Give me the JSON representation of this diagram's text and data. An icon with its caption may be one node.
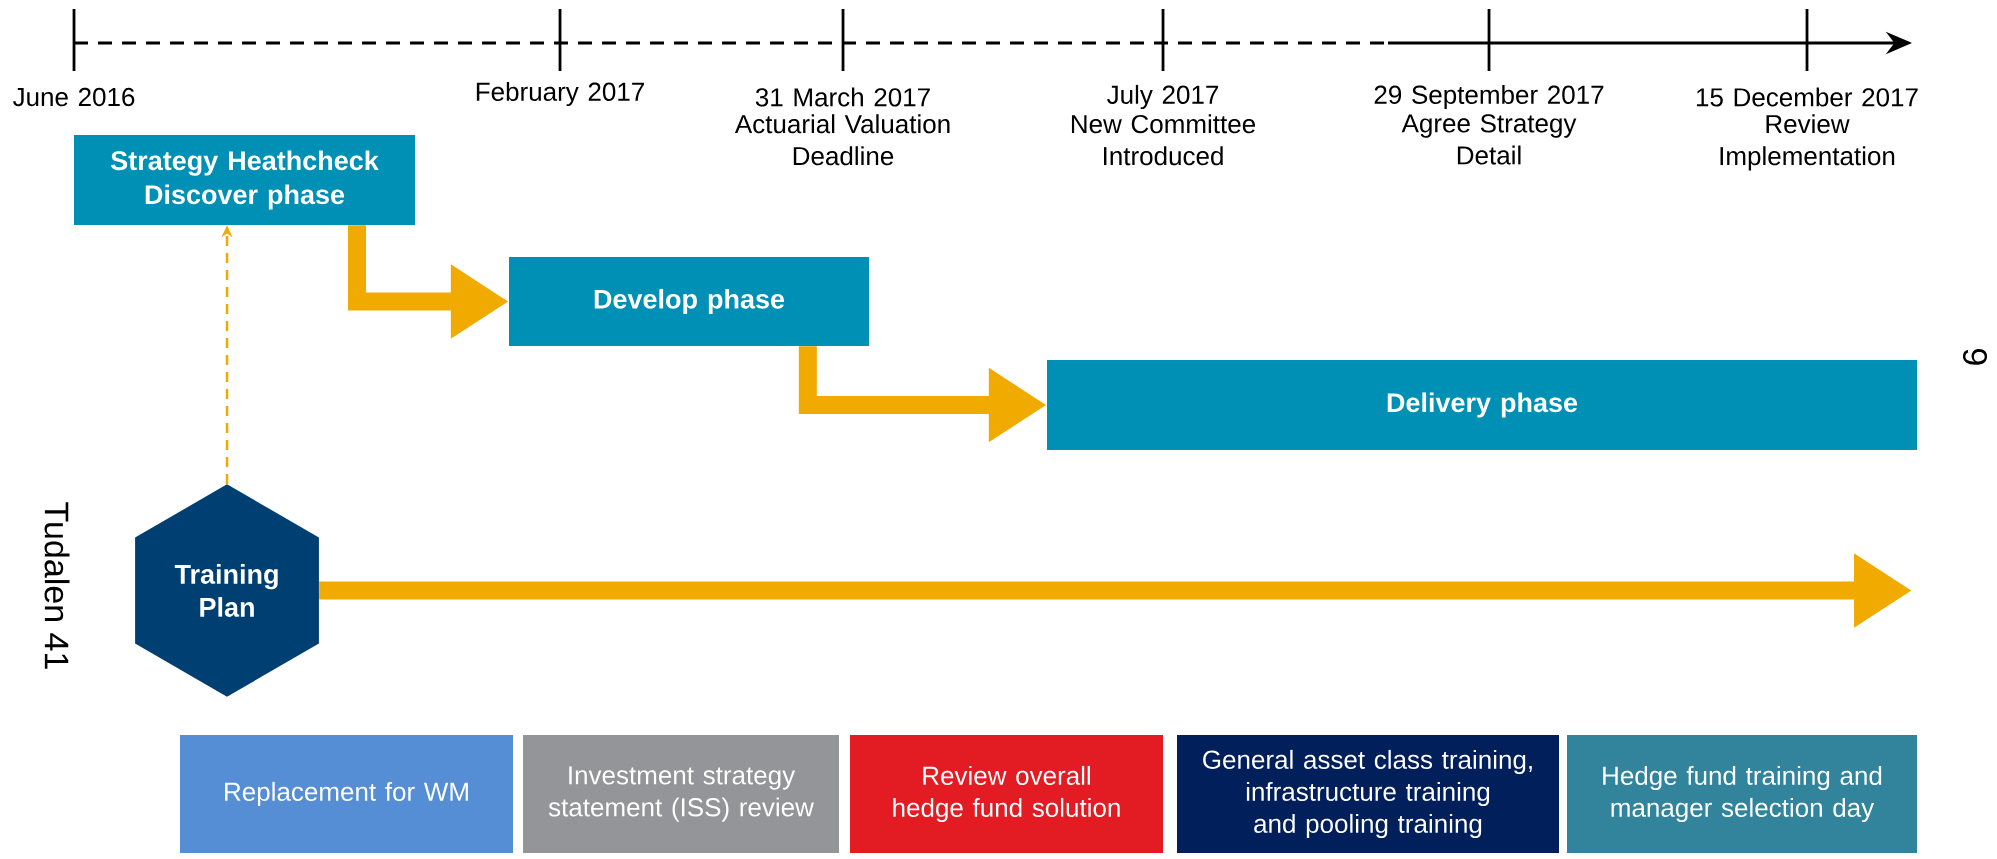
{
  "diagram": {
    "nodes": [
      {
        "text": [
          "Strategy Heathcheck Discover phase"
        ]
      },
      {
        "text": [
          "Develop phase"
        ]
      },
      {
        "text": [
          "Delivery phase"
        ]
      },
      {
        "text": [
          "Training Plan"
        ]
      },
      {
        "text": [
          "Replacement for WM"
        ]
      },
      {
        "text": [
          "Investment strategy statement (ISS) review"
        ]
      },
      {
        "text": [
          "Review overall hedge fund solution"
        ]
      },
      {
        "text": [
          "General asset class training, infrastructure training and pooling training"
        ]
      },
      {
        "text": [
          "Hedge fund training and manager selection day"
        ]
      }
    ],
    "edges": [
      {
        "from": 0,
        "to": 1,
        "arrow": "to"
      },
      {
        "from": 1,
        "to": 2,
        "arrow": "to"
      },
      {
        "from": 3,
        "to": 0,
        "arrow": "to",
        "style": "dashed"
      },
      {
        "from": 3,
        "to": null,
        "arrow": "to"
      }
    ],
    "labels": [
      "June 2016",
      "February 2017",
      "31 March 2017",
      "Actuarial Valuation Deadline",
      "July 2017",
      "New Committee Introduced",
      "29 September 2017",
      "Agree Strategy Detail",
      "15 December 2017",
      "Review Implementation",
      "Tudalen 41",
      "6"
    ]
  }
}
